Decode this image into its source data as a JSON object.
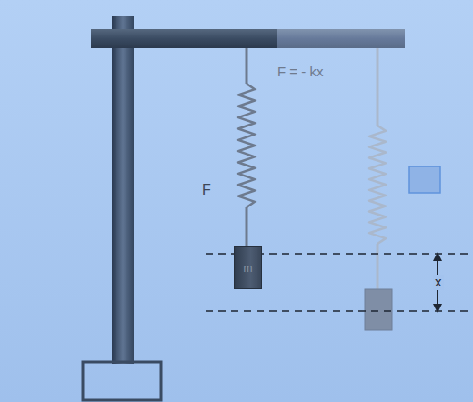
{
  "diagram": {
    "nodes": [
      {
        "text": [
          "m"
        ]
      }
    ],
    "labels": [
      "F = - kx",
      "F",
      "x"
    ]
  }
}
